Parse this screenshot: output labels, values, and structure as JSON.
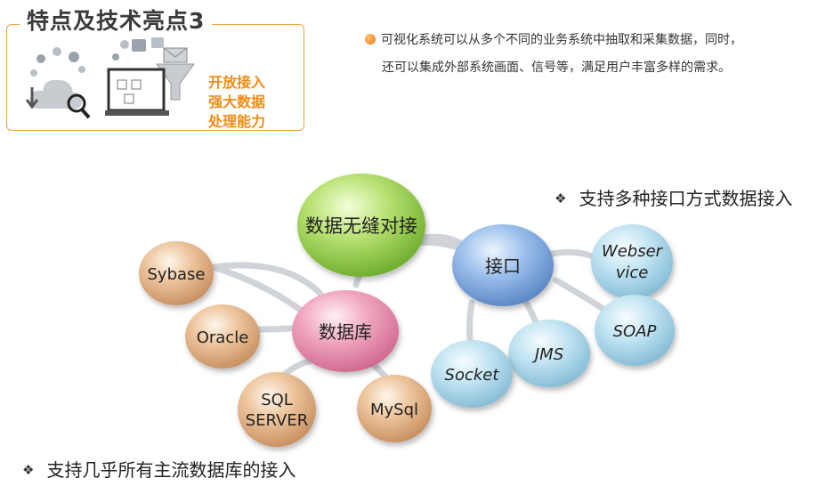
{
  "header": {
    "title": "特点及技术亮点3",
    "features": [
      "开放接入",
      "强大数据",
      "处理能力"
    ]
  },
  "description": {
    "line1": "可视化系统可以从多个不同的业务系统中抽取和采集数据，同时，",
    "line2": "还可以集成外部系统画面、信号等，满足用户丰富多样的需求。"
  },
  "points": {
    "interfaces": "支持多种接口方式数据接入",
    "databases": "支持几乎所有主流数据库的接入"
  },
  "diagram": {
    "center": "数据无缝对接",
    "interface_hub": "接口",
    "database_hub": "数据库",
    "databases": [
      "Sybase",
      "Oracle",
      "SQL",
      "SERVER",
      "MySql"
    ],
    "interfaces": [
      "Webser",
      "vice",
      "SOAP",
      "JMS",
      "Socket"
    ]
  },
  "colors": {
    "accent_orange": "#f08c14",
    "center_green": "#8cc63f",
    "interface_blue": "#7fa8dc",
    "database_pink": "#e889a8",
    "db_tan": "#d9a878",
    "iface_light_blue": "#a8d4e8"
  },
  "icons": [
    "cloud-search-icon",
    "laptop-funnel-icon"
  ]
}
